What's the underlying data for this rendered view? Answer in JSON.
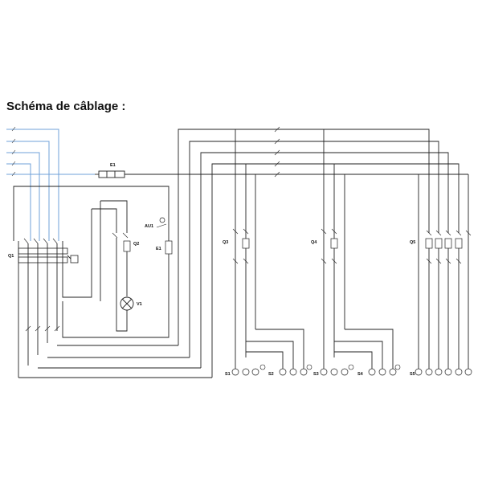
{
  "title": "Schéma de câblage :",
  "labels": {
    "q1": "Q1",
    "q2": "Q2",
    "q3": "Q3",
    "q4": "Q4",
    "q5": "Q5",
    "e1": "E1",
    "e2": "E1",
    "v1": "V1",
    "au1": "AU1",
    "s1": "S1",
    "s2": "S2",
    "s3": "S3",
    "s4": "S4",
    "s5": "S5"
  }
}
